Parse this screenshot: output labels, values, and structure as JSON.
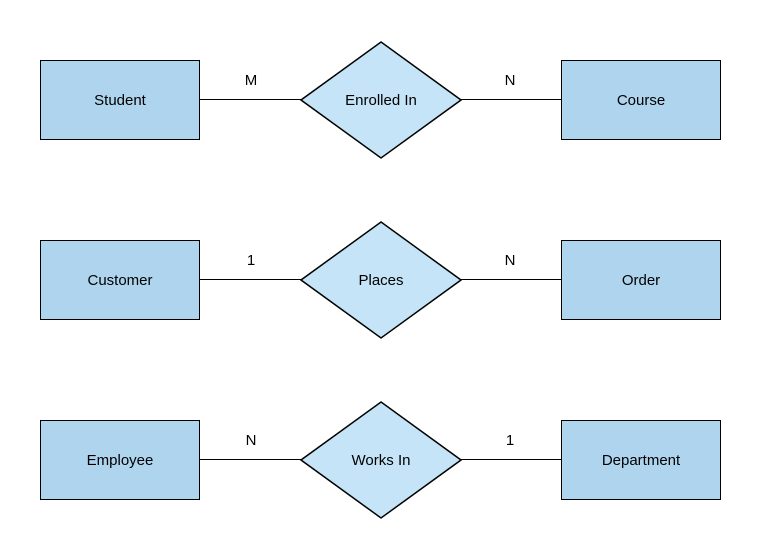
{
  "diagram": {
    "type": "entity-relationship-diagram",
    "background_color": "#ffffff",
    "entity_fill_color": "#afd5ee",
    "relationship_fill_color": "#c5e4f7",
    "stroke_color": "#000000",
    "text_color": "#000000",
    "relationships": [
      {
        "left_entity": "Student",
        "left_cardinality": "M",
        "relationship": "Enrolled In",
        "right_cardinality": "N",
        "right_entity": "Course"
      },
      {
        "left_entity": "Customer",
        "left_cardinality": "1",
        "relationship": "Places",
        "right_cardinality": "N",
        "right_entity": "Order"
      },
      {
        "left_entity": "Employee",
        "left_cardinality": "N",
        "relationship": "Works In",
        "right_cardinality": "1",
        "right_entity": "Department"
      }
    ]
  }
}
